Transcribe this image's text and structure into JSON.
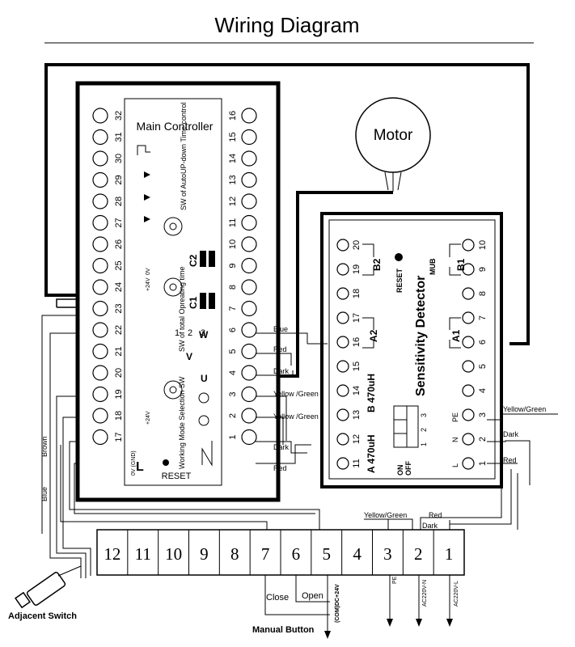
{
  "title": "Wiring Diagram",
  "motor_label": "Motor",
  "main_controller": {
    "title": "Main Controller",
    "left_pins": [
      "32",
      "31",
      "30",
      "29",
      "28",
      "27",
      "26",
      "25",
      "24",
      "23",
      "22",
      "21",
      "20",
      "19",
      "18",
      "17"
    ],
    "right_pins": [
      "16",
      "15",
      "14",
      "13",
      "12",
      "11",
      "10",
      "9",
      "8",
      "7",
      "6",
      "5",
      "4",
      "3",
      "2",
      "1"
    ],
    "sw_time_label": "SW of AutoUP-down Time control",
    "sw_operating_label": "SW  of total Opreating time",
    "sw_mode_label": "Working Mode Selection SW",
    "c1": "C1",
    "c2": "C2",
    "plus24v_a": "+24V",
    "plus24v_b": "+24V",
    "ov": "0V",
    "ov_gnd": "0V (GND)",
    "reset": "RESET",
    "letters_top": [
      "1",
      "2",
      "3"
    ],
    "letters_mid": [
      "V",
      "W"
    ],
    "letter_u": "U",
    "letter_l": "L",
    "letter_n": "N"
  },
  "wire_labels": {
    "blue": "Blue",
    "red_top": "Red",
    "dark_top": "Dark",
    "yg_top": "Yellow /Green",
    "yg_bottom": "Yellow /Green",
    "dark_bottom": "Dark",
    "red_bottom": "Red",
    "brown": "Brown",
    "blue_left": "Blue",
    "yg_right": "Yellow/Green",
    "dark_right": "Dark",
    "red_right": "Red",
    "yg_bus": "Yellow/Green",
    "red_bus": "Red",
    "dark_bus": "Dark"
  },
  "sensitivity_detector": {
    "title": "Sensitivity Detector",
    "reset": "RESET",
    "mub": "MUB",
    "b2": "B2",
    "b1": "B1",
    "a2": "A2",
    "a1": "A1",
    "b_label": "B 470uH",
    "a_label": "A 470uH",
    "on": "ON",
    "off": "OFF",
    "dip_nums": [
      "1",
      "2",
      "3"
    ],
    "left_pins": [
      "20",
      "19",
      "18",
      "17",
      "16",
      "15",
      "14",
      "13",
      "12",
      "11"
    ],
    "right_pins": [
      "10",
      "9",
      "8",
      "7",
      "6",
      "5",
      "4",
      "3",
      "2",
      "1"
    ],
    "pe": "PE",
    "n": "N",
    "l": "L"
  },
  "terminal_block": {
    "numbers": [
      "12",
      "11",
      "10",
      "9",
      "8",
      "7",
      "6",
      "5",
      "4",
      "3",
      "2",
      "1"
    ]
  },
  "bottom_labels": {
    "close": "Close",
    "open": "Open",
    "com": "(COM)DC+24V",
    "pe": "PE",
    "ac_n": "AC220V-N",
    "ac_l": "AC220V-L",
    "manual_button": "Manual Button",
    "adjacent_switch": "Adjacent Switch"
  }
}
